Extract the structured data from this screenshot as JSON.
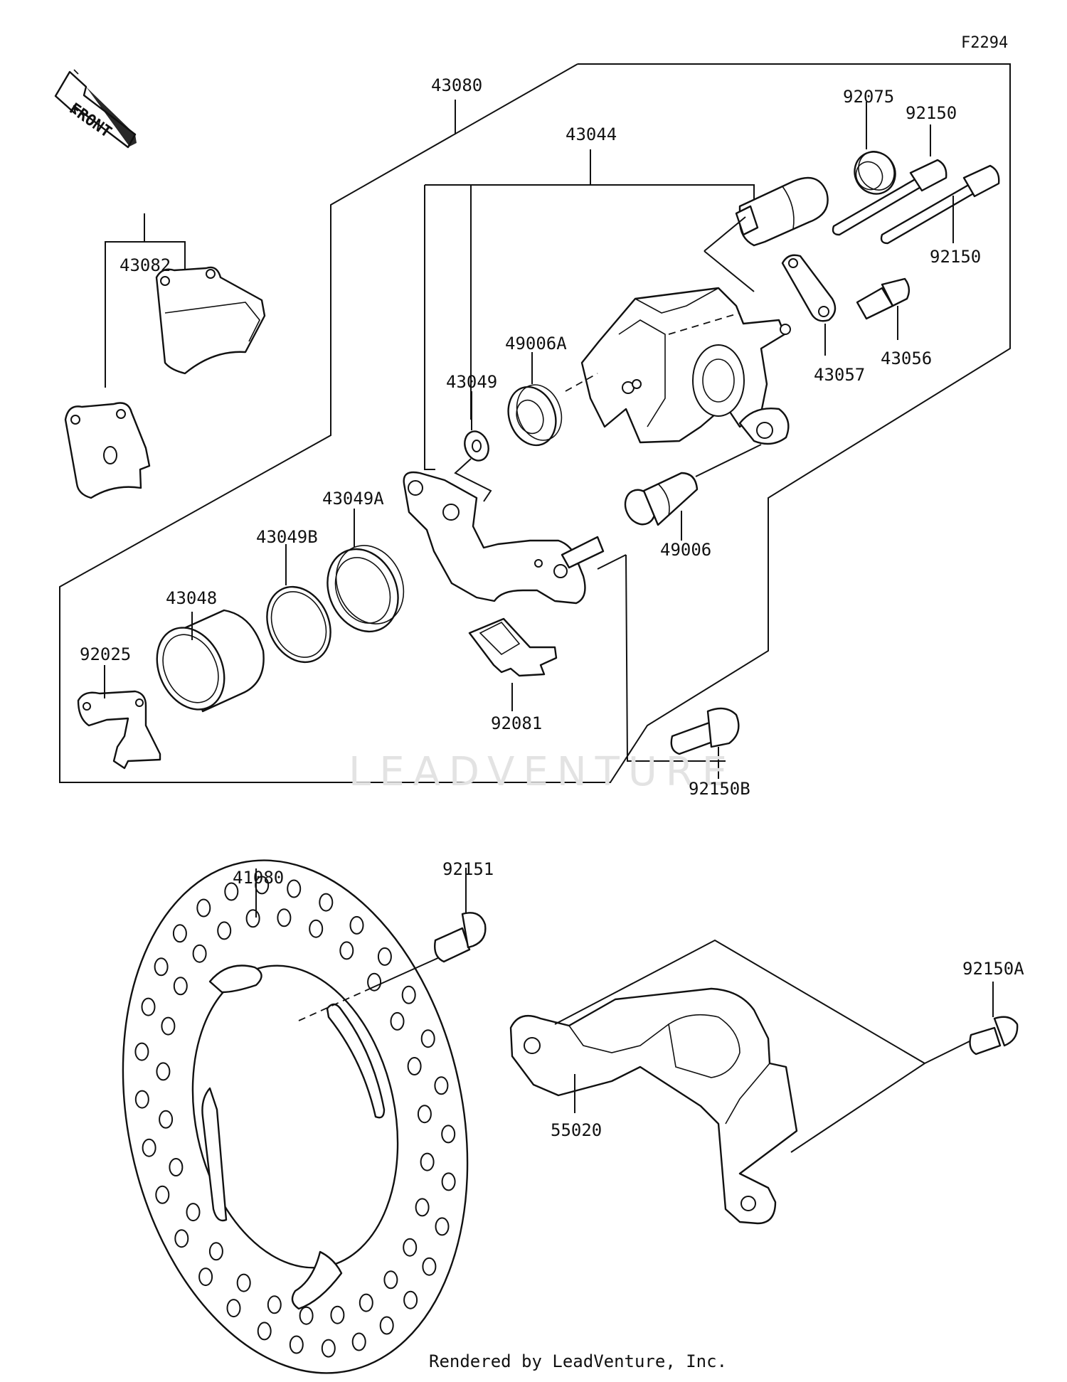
{
  "diagram_id": "F2294",
  "front_label": "FRONT",
  "watermark": "LEADVENTURE",
  "footer": "Rendered by LeadVenture, Inc.",
  "labels": {
    "p43080": "43080",
    "p43044": "43044",
    "p92075": "92075",
    "p92150_top": "92150",
    "p92150_right": "92150",
    "p43082": "43082",
    "p49006A": "49006A",
    "p43049": "43049",
    "p43057": "43057",
    "p43056": "43056",
    "p43049A": "43049A",
    "p43049B": "43049B",
    "p43048": "43048",
    "p92025": "92025",
    "p49006": "49006",
    "p92081": "92081",
    "p92150B": "92150B",
    "p41080": "41080",
    "p92151": "92151",
    "p92150A": "92150A",
    "p55020": "55020"
  },
  "icons": {
    "front_arrow": "front-arrow-icon"
  }
}
